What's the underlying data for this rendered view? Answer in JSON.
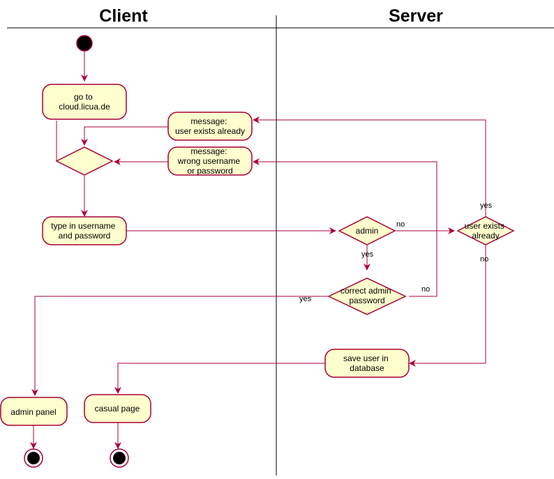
{
  "lanes": {
    "client": "Client",
    "server": "Server"
  },
  "colors": {
    "activity_fill": "#FEFECE",
    "border": "#A80036",
    "text": "#000000"
  },
  "nodes": {
    "goto": [
      "go to",
      "cloud.licua.de"
    ],
    "msg_exists": [
      "message:",
      "user exists already"
    ],
    "msg_wrong": [
      "message:",
      "wrong username",
      "or password"
    ],
    "type": [
      "type in username",
      "and password"
    ],
    "admin": [
      "admin"
    ],
    "user_exists": [
      "user exists",
      "already"
    ],
    "correct_pw": [
      "correct admin",
      "password"
    ],
    "save": [
      "save user in",
      "database"
    ],
    "admin_panel": [
      "admin panel"
    ],
    "casual_page": [
      "casual page"
    ]
  },
  "guards": {
    "admin_no": "no",
    "admin_yes": "yes",
    "exists_yes": "yes",
    "exists_no": "no",
    "pw_no": "no",
    "pw_yes": "yes"
  }
}
